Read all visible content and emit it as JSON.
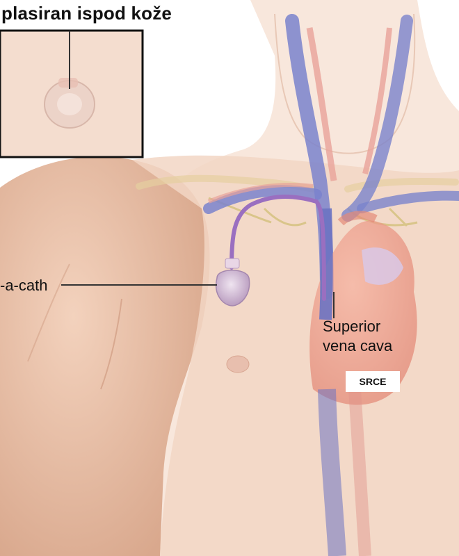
{
  "labels": {
    "inset_title": "plasiran ispod kože",
    "port": "-a-cath",
    "vessel_line1": "Superior",
    "vessel_line2": "vena cava",
    "heart": "SRCE"
  },
  "colors": {
    "skin": "#f2d2bf",
    "skin_shadow": "#e2b59e",
    "vein": "#6b73c2",
    "artery": "#e0938a",
    "catheter": "#9a6fc0",
    "heart": "#ef9a86",
    "nerve": "#d9c58a",
    "outline": "#111111"
  }
}
